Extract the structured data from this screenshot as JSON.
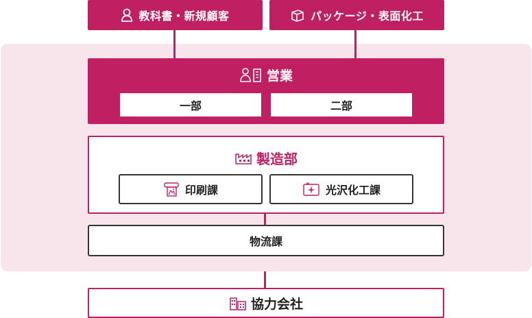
{
  "top_boxes": {
    "left_label": "教科書・新規顧客",
    "right_label": "パッケージ・表面化工"
  },
  "sales": {
    "title": "営業",
    "dept1": "一部",
    "dept2": "二部"
  },
  "manufacturing": {
    "title": "製造部",
    "section1": "印刷課",
    "section2": "光沢化工課"
  },
  "logistics": {
    "label": "物流課"
  },
  "partner": {
    "label": "協力会社"
  },
  "colors": {
    "accent": "#c01f62",
    "panel_bg": "#f8e5ec"
  }
}
